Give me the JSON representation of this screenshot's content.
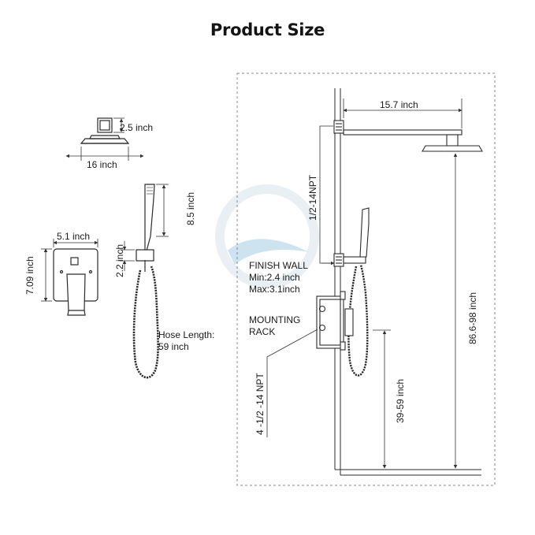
{
  "title": "Product Size",
  "left": {
    "showerhead_height": "2.5 inch",
    "showerhead_width": "16 inch",
    "handheld_length": "8.5 inch",
    "valve_width": "5.1 inch",
    "valve_height": "7.09 inch",
    "holder_height": "2.2 inch",
    "hose_label_1": "Hose Length:",
    "hose_label_2": "59 inch"
  },
  "right": {
    "arm_length": "15.7 inch",
    "npt_top": "1/2-14NPT",
    "finish_wall_1": "FINISH WALL",
    "finish_wall_2": "Min:2.4 inch",
    "finish_wall_3": "Max:3.1inch",
    "mounting_1": "MOUNTING",
    "mounting_2": "RACK",
    "npt_bottom": "4 -1/2 -14 NPT",
    "total_height": "86.6-98 inch",
    "valve_height": "39-59 inch"
  },
  "colors": {
    "line": "#2b2b2b",
    "dim": "#333333",
    "watermark": "#b9d9ea"
  }
}
